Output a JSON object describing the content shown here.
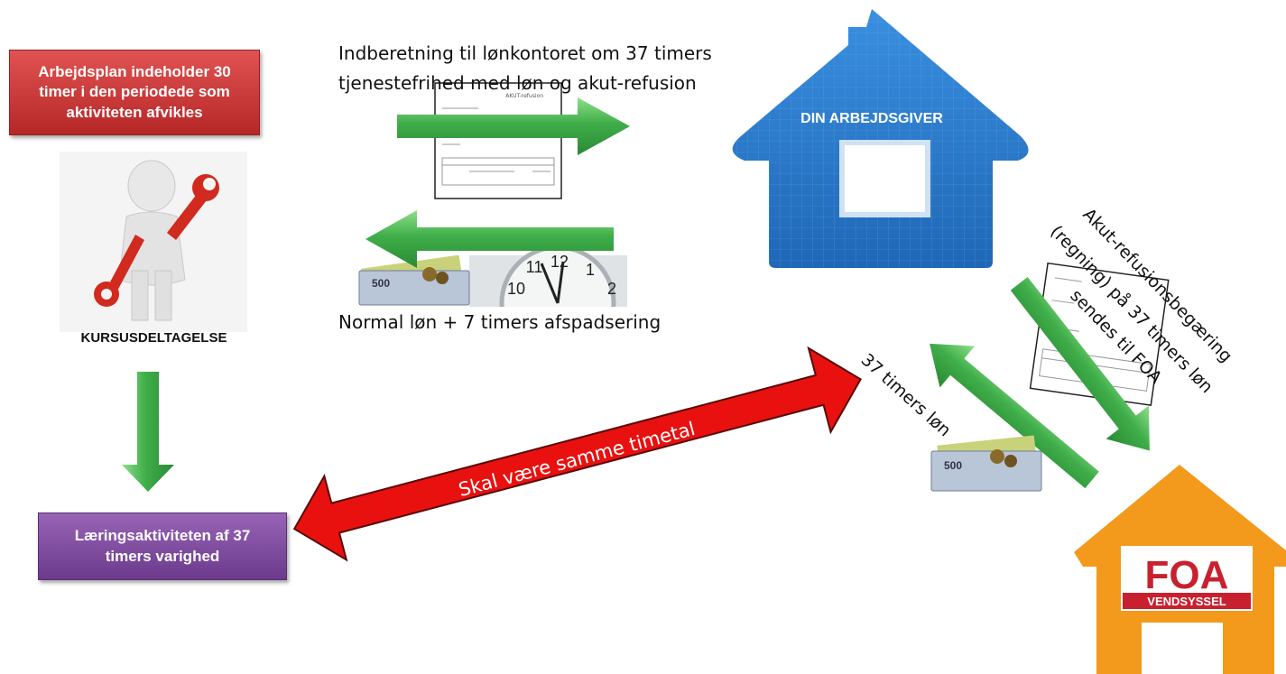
{
  "boxes": {
    "work_plan": "Arbejdsplan indeholder 30 timer i den periodede som aktiviteten afvikles",
    "learning_activity": "Læringsaktiviteten af 37 timers varighed"
  },
  "labels": {
    "course_participation": "KURSUSDELTAGELSE",
    "report_line1": "Indberetning til lønkontoret om 37 timers",
    "report_line2": "tjenestefrihed med løn og akut-refusion",
    "normal_pay": "Normal løn + 7 timers afspadsering",
    "same_hours": "Skal være samme timetal",
    "employer": "DIN ARBEJDSGIVER",
    "pay_37": "37 timers løn",
    "refund_line1": "Akut-refusionsbegæring",
    "refund_line2": "(regning) på 37 timers løn",
    "refund_line3": "sendes til FOA"
  },
  "logo": {
    "name": "FOA",
    "sub": "VENDSYSSEL"
  },
  "document": {
    "title": "AKUT-refusion"
  },
  "clock": {
    "numerals": [
      "12",
      "1",
      "2",
      "10",
      "11"
    ]
  },
  "banknote": {
    "value": "500"
  },
  "colors": {
    "red_box": "#c93434",
    "purple_box": "#7b4a9a",
    "green_arrow": "#3fae49",
    "red_arrow": "#e8110f",
    "employer_house": "#2d7fd0",
    "foa_house": "#f39a1d",
    "foa_red": "#c8202f"
  }
}
